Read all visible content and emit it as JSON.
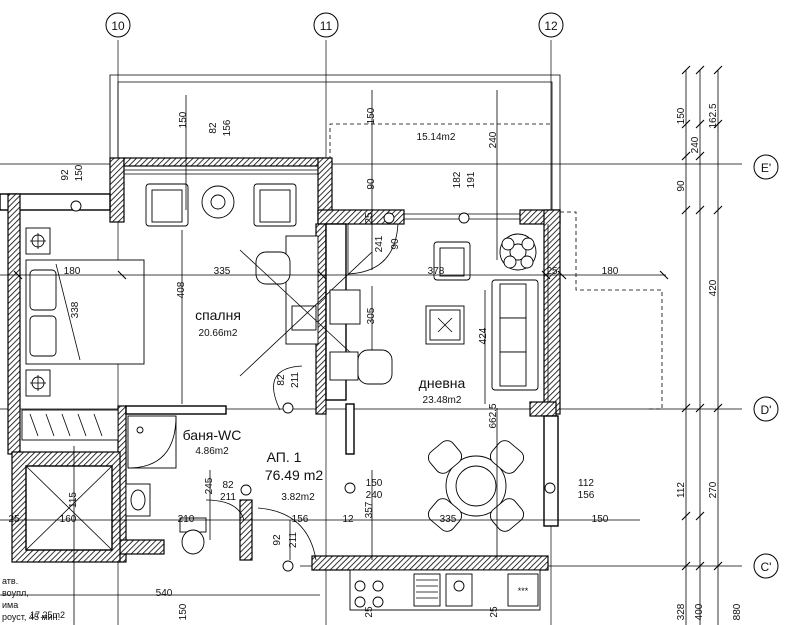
{
  "axes": {
    "vertical": [
      "10",
      "11",
      "12"
    ],
    "horizontal": [
      "E'",
      "D'",
      "C'"
    ]
  },
  "rooms": {
    "bedroom": {
      "name": "спалня",
      "area": "20.66m2"
    },
    "living": {
      "name": "дневна",
      "area": "23.48m2"
    },
    "bath": {
      "name": "баня-WC",
      "area": "4.86m2"
    },
    "corridor": {
      "area": "3.82m2"
    },
    "terrace": {
      "area": "15.14m2"
    },
    "apartment": {
      "name": "АП. 1",
      "area": "76.49 m2"
    }
  },
  "dimensions": {
    "d150_top": "150",
    "d82": "82",
    "d156": "156",
    "d150_mid": "150",
    "d240": "240",
    "d92": "92",
    "d150_left": "150",
    "d182": "182",
    "d191": "191",
    "d90": "90",
    "d25_door": "25",
    "d241": "241",
    "d90_door": "90",
    "d180_left": "180",
    "d335": "335",
    "d378": "378",
    "d25_right": "25",
    "d180_right": "180",
    "d338": "338",
    "d408": "408",
    "d305": "305",
    "d424": "424",
    "d662": "662.5",
    "d82_c": "82",
    "d211_c": "211",
    "d245": "245",
    "d82_b": "82",
    "d211_b": "211",
    "d150_b": "150",
    "d240_b": "240",
    "d357": "357",
    "d112": "112",
    "d156_r": "156",
    "d150_r": "150",
    "d25_bl": "25",
    "d160": "160",
    "d210": "210",
    "d156_b": "156",
    "d12": "12",
    "d335_b": "335",
    "d115": "115",
    "d92_b": "92",
    "d211_bb": "211",
    "d540": "540",
    "d150_bot": "150",
    "d25_b1": "25",
    "d25_b2": "25"
  },
  "right_dims": {
    "top": [
      "150",
      "162.5",
      "240",
      "90",
      "420",
      "112",
      "270"
    ],
    "bottom": [
      "328",
      "400",
      "880"
    ]
  },
  "side_notes": [
    "атв.",
    "воупл,",
    "има",
    "роуст, 45 мин.",
    "17.25m2"
  ]
}
